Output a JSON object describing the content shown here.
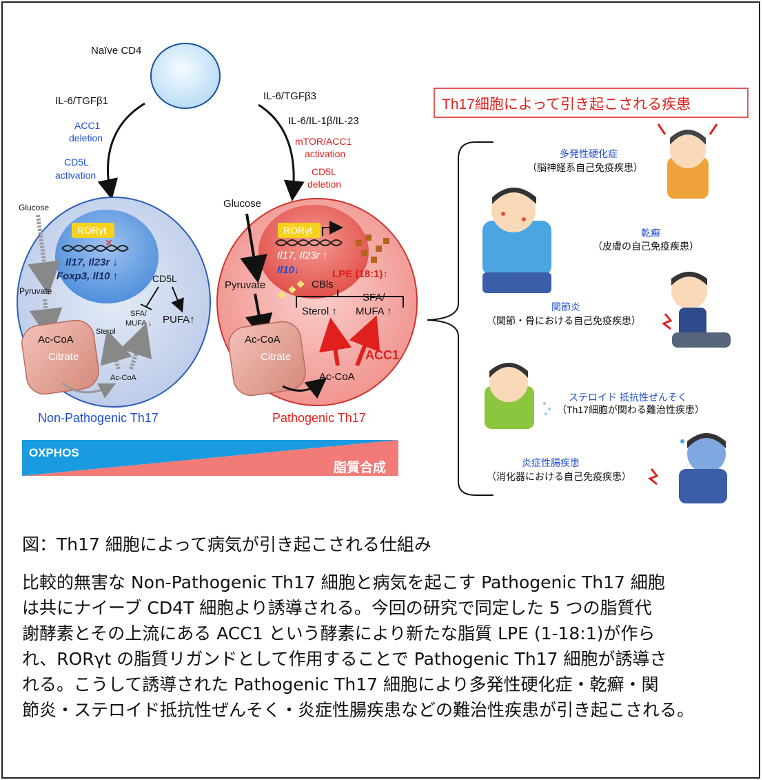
{
  "top": {
    "naive": "Naïve CD4",
    "left_signal": "IL-6/TGFβ1",
    "right_signal": "IL-6/TGFβ3",
    "right_signal2": "IL-6/IL-1β/IL-23"
  },
  "left_path": {
    "acc1_l1": "ACC1",
    "acc1_l2": "deletion",
    "cd5l_l1": "CD5L",
    "cd5l_l2": "activation"
  },
  "right_path": {
    "mtor_l1": "mTOR/ACC1",
    "mtor_l2": "activation",
    "cd5l_l1": "CD5L",
    "cd5l_l2": "deletion"
  },
  "nonpath_cell": {
    "glucose": "Glucose",
    "rort": "RORγt",
    "genes1": "Il17, Il23r ↓",
    "genes2": "Foxp3, Il10 ↑",
    "cd5l": "CD5L",
    "pyruvate": "Pyruvate",
    "sfa1": "SFA/",
    "sfa2": "MUFA ↓",
    "pufa": "PUFA↑",
    "sterol": "Sterol",
    "acoa_mito": "Ac-CoA",
    "citrate": "Citrate",
    "acoa": "Ac-CoA",
    "label": "Non-Pathogenic Th17"
  },
  "path_cell": {
    "glucose": "Glucose",
    "rort": "RORγt",
    "genes1": "Il17, Il23r ↑",
    "genes2": "Il10↓",
    "lpe": "LPE (18:1)↑",
    "cbls": "CBls",
    "pyruvate": "Pyruvate",
    "sterol": "Sterol ↑",
    "sfa1": "SFA/",
    "sfa2": "MUFA ↑",
    "acoa_mito": "Ac-CoA",
    "citrate": "Citrate",
    "acoa": "Ac-CoA",
    "acc1": "ACC1",
    "label": "Pathogenic Th17"
  },
  "bar": {
    "oxphos": "OXPHOS",
    "lipid": "脂質合成"
  },
  "diseases": {
    "title": "Th17細胞によって引き起こされる疾患",
    "items": [
      {
        "name": "多発性硬化症",
        "desc": "（脳神経系自己免疫疾患）"
      },
      {
        "name": "乾癬",
        "desc": "（皮膚の自己免疫疾患）"
      },
      {
        "name": "関節炎",
        "desc": "（関節・骨における自己免疫疾患）"
      },
      {
        "name": "ステロイド 抵抗性ぜんそく",
        "desc": "（Th17細胞が関わる難治性疾患）"
      },
      {
        "name": "炎症性腸疾患",
        "desc": "（消化器における自己免疫疾患）"
      }
    ]
  },
  "caption": "図：Th17 細胞によって病気が引き起こされる仕組み",
  "paragraph": [
    "比較的無害な Non-Pathogenic Th17 細胞と病気を起こす Pathogenic Th17 細胞",
    "は共にナイーブ CD4T 細胞より誘導される。今回の研究で同定した 5 つの脂質代",
    "謝酵素とその上流にある ACC1 という酵素により新たな脂質 LPE (1-18:1)が作ら",
    "れ、RORγt の脂質リガンドとして作用することで Pathogenic Th17 細胞が誘導さ",
    "れる。こうして誘導された Pathogenic Th17 細胞により多発性硬化症・乾癬・関",
    "節炎・ステロイド抵抗性ぜんそく・炎症性腸疾患などの難治性疾患が引き起こされる。"
  ],
  "colors": {
    "blue_text": "#1f4fd0",
    "red_text": "#e0201c",
    "nonpath_cell": "#cdd9ef",
    "path_cell": "#f3a8a4",
    "oxphos_bar": "#1a9be0",
    "lipid_bar": "#f27b78"
  }
}
